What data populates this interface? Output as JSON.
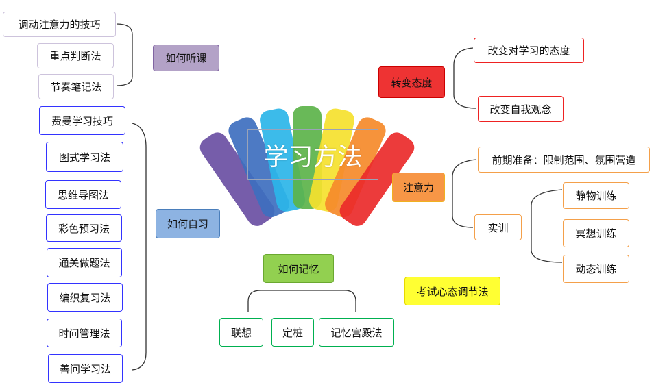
{
  "center": {
    "title": "学习方法",
    "colors": [
      "#6a4fa3",
      "#3e6fbf",
      "#2bb5e8",
      "#5cb34a",
      "#f5e12e",
      "#f58a2a",
      "#ea2a2a"
    ]
  },
  "listen": {
    "label": "如何听课",
    "color": "#b3a2c7",
    "children": [
      "调动注意力的技巧",
      "重点判断法",
      "节奏笔记法"
    ]
  },
  "self": {
    "label": "如何自习",
    "color": "#8db3e2",
    "children": [
      "费曼学习技巧",
      "图式学习法",
      "思维导图法",
      "彩色预习法",
      "通关做题法",
      "编织复习法",
      "时间管理法",
      "善问学习法"
    ]
  },
  "memory": {
    "label": "如何记忆",
    "color": "#92d050",
    "children": [
      "联想",
      "定桩",
      "记忆宫殿法"
    ]
  },
  "attitude": {
    "label": "转变态度",
    "color": "#ee3333",
    "children": [
      "改变对学习的态度",
      "改变自我观念"
    ]
  },
  "attention": {
    "label": "注意力",
    "color": "#f79646",
    "children": [
      "前期准备：限制范围、氛围营造",
      "实训"
    ],
    "training": [
      "静物训练",
      "冥想训练",
      "动态训练"
    ]
  },
  "exam": {
    "label": "考试心态调节法",
    "color": "#ffff33"
  }
}
